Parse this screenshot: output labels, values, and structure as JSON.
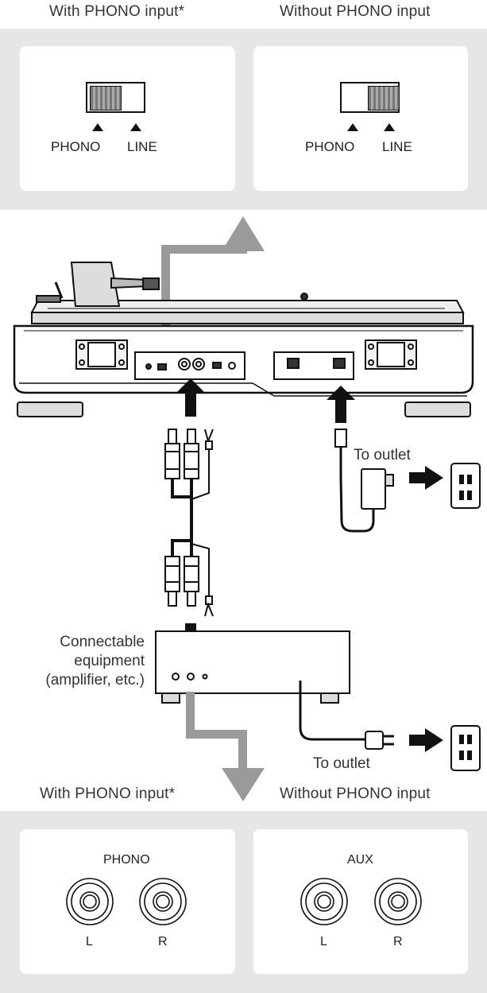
{
  "top": {
    "left_heading": "With PHONO input*",
    "right_heading": "Without PHONO input",
    "left_card": {
      "phono_label": "PHONO",
      "line_label": "LINE",
      "switch_position": "PHONO"
    },
    "right_card": {
      "phono_label": "PHONO",
      "line_label": "LINE",
      "switch_position": "LINE"
    }
  },
  "middle": {
    "to_outlet_1": "To outlet",
    "equipment_label": [
      "Connectable",
      "equipment",
      "(amplifier, etc.)"
    ],
    "to_outlet_2": "To outlet"
  },
  "bottom": {
    "left_heading": "With PHONO input*",
    "right_heading": "Without PHONO input",
    "left_card": {
      "title": "PHONO",
      "l_label": "L",
      "r_label": "R"
    },
    "right_card": {
      "title": "AUX",
      "l_label": "L",
      "r_label": "R"
    }
  },
  "colors": {
    "band": "#e6e6e6",
    "gray_arrow": "#9a9a9a",
    "black_arrow": "#111111"
  }
}
